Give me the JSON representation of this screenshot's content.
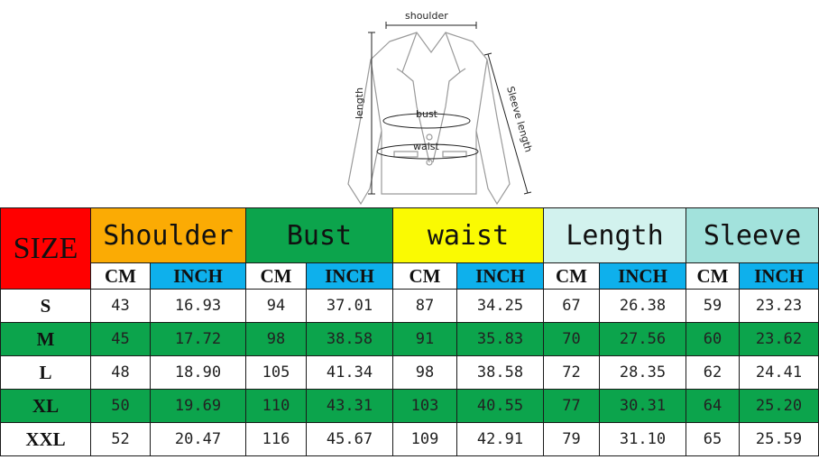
{
  "diagram": {
    "labels": {
      "shoulder": "shoulder",
      "length": "length",
      "bust": "bust",
      "waist": "waist",
      "sleeve": "Sleeve length"
    }
  },
  "table": {
    "size_header": "SIZE",
    "columns": [
      {
        "label": "Shoulder",
        "color": "#fbab04"
      },
      {
        "label": "Bust",
        "color": "#0ca44c"
      },
      {
        "label": "waist",
        "color": "#fafa02"
      },
      {
        "label": "Length",
        "color": "#d2f2ee"
      },
      {
        "label": "Sleeve",
        "color": "#a2e2dc"
      }
    ],
    "unit_cm": "CM",
    "unit_inch": "INCH",
    "inch_color": "#0eb0ec",
    "rows": [
      {
        "size": "S",
        "values": [
          "43",
          "16.93",
          "94",
          "37.01",
          "87",
          "34.25",
          "67",
          "26.38",
          "59",
          "23.23"
        ]
      },
      {
        "size": "M",
        "values": [
          "45",
          "17.72",
          "98",
          "38.58",
          "91",
          "35.83",
          "70",
          "27.56",
          "60",
          "23.62"
        ]
      },
      {
        "size": "L",
        "values": [
          "48",
          "18.90",
          "105",
          "41.34",
          "98",
          "38.58",
          "72",
          "28.35",
          "62",
          "24.41"
        ]
      },
      {
        "size": "XL",
        "values": [
          "50",
          "19.69",
          "110",
          "43.31",
          "103",
          "40.55",
          "77",
          "30.31",
          "64",
          "25.20"
        ]
      },
      {
        "size": "XXL",
        "values": [
          "52",
          "20.47",
          "116",
          "45.67",
          "109",
          "42.91",
          "79",
          "31.10",
          "65",
          "25.59"
        ]
      }
    ]
  }
}
